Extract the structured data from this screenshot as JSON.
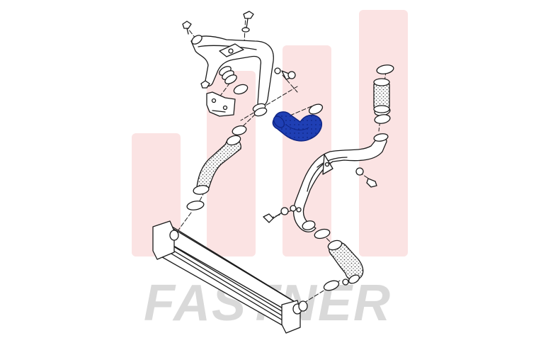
{
  "watermark": {
    "text": "FASTNER",
    "text_color": "#d9d9d9",
    "bar_color": "#fbe3e3"
  },
  "diagram": {
    "line_color": "#1a1a1a",
    "highlight_color": "#1f3fb4",
    "highlight_dark": "#0f2585",
    "hose_dot_color": "#555555",
    "parts": [
      {
        "id": "upper-pipe",
        "label": ""
      },
      {
        "id": "highlighted-hose",
        "label": ""
      },
      {
        "id": "left-hose",
        "label": ""
      },
      {
        "id": "right-pipe",
        "label": ""
      },
      {
        "id": "right-hose-lower",
        "label": ""
      },
      {
        "id": "right-hose-upper",
        "label": ""
      },
      {
        "id": "intercooler",
        "label": ""
      }
    ]
  }
}
